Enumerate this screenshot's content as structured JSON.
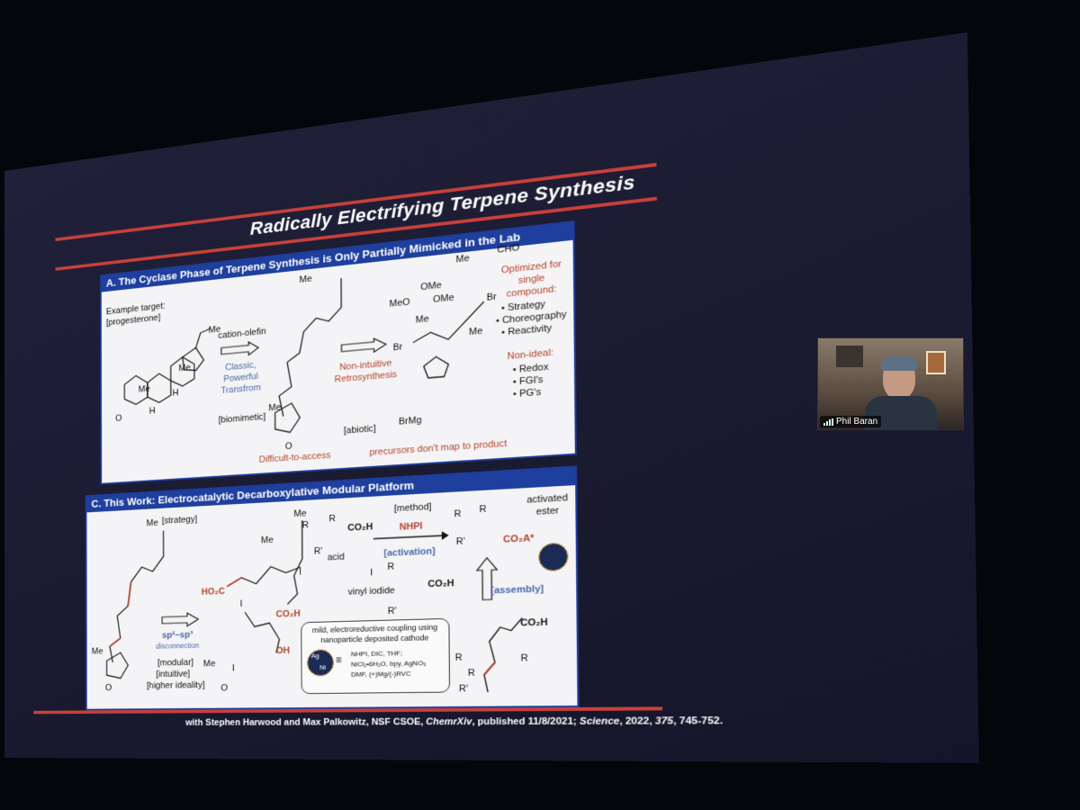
{
  "slide": {
    "title": "Radically Electrifying Terpene Synthesis",
    "footer_parts": {
      "authors": "with Stephen Harwood and Max Palkowitz, NSF CSOE, ",
      "venue1": "ChemrXiv",
      "mid": ", published 11/8/2021; ",
      "venue2": "Science",
      "year": ", 2022, ",
      "volume": "375",
      "pages": ", 745-752."
    },
    "panel_a": {
      "header": "A. The Cyclase Phase of Terpene Synthesis is Only Partially Mimicked in the Lab",
      "example_target": "Example target:",
      "progesterone": "[progesterone]",
      "cation_olefin": "cation-olefin",
      "classic": "Classic,",
      "powerful": "Powerful",
      "transfrom": "Transfrom",
      "biomimetic": "[biomimetic]",
      "difficult": "Difficult-to-access",
      "non_intuitive": "Non-intuitive",
      "retrosynthesis": "Retrosynthesis",
      "abiotic": "[abiotic]",
      "precursors": "precursors don't map to product",
      "optimized": "Optimized for",
      "single": "single",
      "compound": "compound:",
      "strategy": "• Strategy",
      "choreography": "• Choreography",
      "reactivity": "• Reactivity",
      "non_ideal": "Non-ideal:",
      "redox": "• Redox",
      "fgis": "• FGI's",
      "pgs": "• PG's",
      "me": "Me",
      "h": "H",
      "o": "O",
      "cho": "CHO",
      "ome": "OMe",
      "meo": "MeO",
      "br": "Br",
      "brmg": "BrMg"
    },
    "panel_c": {
      "header": "C. This Work: Electrocatalytic Decarboxylative Modular Platform",
      "strategy": "[strategy]",
      "method": "[method]",
      "nhpi": "NHPI",
      "activated": "activated",
      "ester": "ester",
      "activation": "[activation]",
      "acid": "acid",
      "vinyl_iodide": "vinyl iodide",
      "assembly": "[assembly]",
      "sp": "sp²–sp³",
      "disconnection": "disconnection",
      "modular": "[modular]",
      "intuitive": "[intuitive]",
      "higher_ideality": "[higher ideality]",
      "mild": "mild, electroreductive coupling using",
      "nanoparticle": "nanoparticle deposited cathode",
      "conditions1": "NHPI, DIC, THF;",
      "conditions2": "NiCl₂•6H₂O, bpy, AgNO₃",
      "conditions3": "DMF, (+)Mg/(-)RVC",
      "ho2c": "HO₂C",
      "co2h": "CO₂H",
      "co2a": "CO₂A*",
      "oh": "OH",
      "i": "I",
      "r": "R",
      "rp": "R'",
      "me": "Me",
      "o": "O",
      "ag": "Ag",
      "ni": "Ni"
    }
  },
  "video": {
    "name": "Phil Baran"
  }
}
